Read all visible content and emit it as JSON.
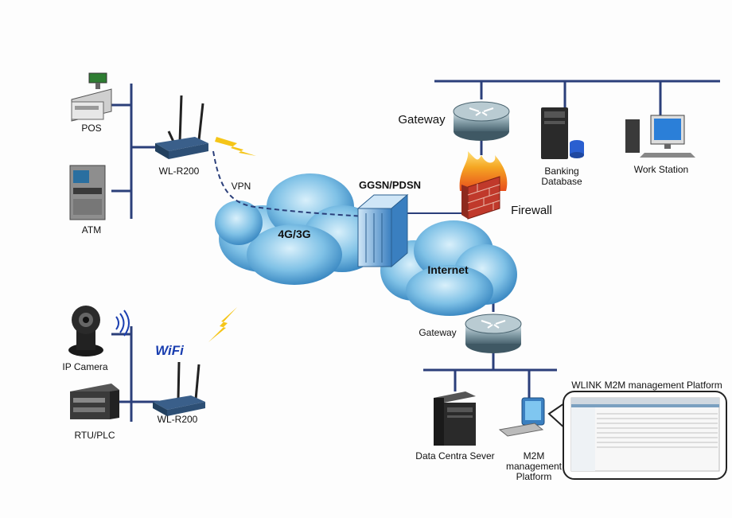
{
  "labels": {
    "pos": "POS",
    "atm": "ATM",
    "router_top": "WL-R200",
    "vpn": "VPN",
    "cloud_4g": "4G/3G",
    "ggsn": "GGSN/PDSN",
    "gateway_top": "Gateway",
    "firewall": "Firewall",
    "banking_db": "Banking\nDatabase",
    "work_station": "Work Station",
    "internet": "Internet",
    "gateway_mid": "Gateway",
    "ip_camera": "IP Camera",
    "wifi": "WiFi",
    "rtu_plc": "RTU/PLC",
    "router_bottom": "WL-R200",
    "data_center": "Data Centra Sever",
    "m2m_platform": "M2M\nmanagement\nPlatform",
    "wlink_callout": "WLINK M2M management Platform"
  },
  "colors": {
    "bus_line": "#2b3f7a",
    "cloud": "#3f8fc7",
    "cloud_light": "#bfe2f5",
    "router": "#55707c",
    "lightning": "#f5c518",
    "firewall_brick": "#c0392b",
    "flame": "#f08c1a",
    "wifi_text": "#1b3fb0",
    "server": "#1f1f1f"
  }
}
